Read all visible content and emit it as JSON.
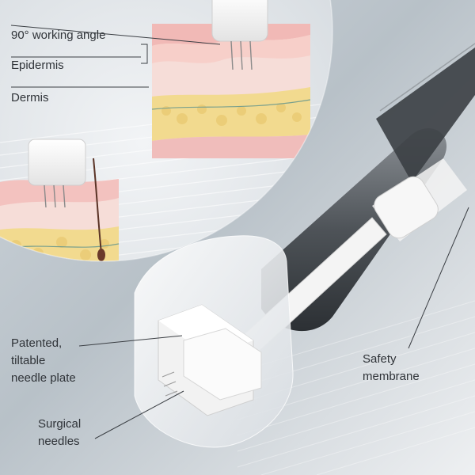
{
  "labels": {
    "working_angle": "90° working angle",
    "epidermis": "Epidermis",
    "dermis": "Dermis",
    "needle_plate_line1": "Patented,",
    "needle_plate_line2": "tiltable",
    "needle_plate_line3": "needle plate",
    "membrane_line1": "Safety",
    "membrane_line2": "membrane",
    "needles_line1": "Surgical",
    "needles_line2": "needles"
  },
  "colors": {
    "background": "#dfe3e7",
    "skin_pink": "#f3c7c4",
    "epidermis_light": "#fbe8e3",
    "fat_yellow": "#f3dc95",
    "device_grey": "#6b7075",
    "plate_white": "#f6f6f6"
  }
}
